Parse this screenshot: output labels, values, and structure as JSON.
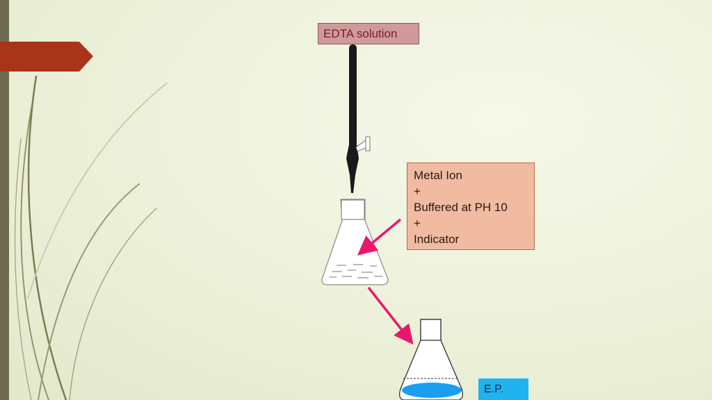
{
  "labels": {
    "titrant": "EDTA solution",
    "reagents": [
      "Metal Ion",
      "+",
      "Buffered at PH 10",
      "+",
      "Indicator"
    ],
    "end_point": "E.P."
  },
  "colors": {
    "left_bar": "#6e6a4f",
    "title_tab": "#a8341a",
    "titrant_box": "#cf9a9c",
    "reagent_box": "#f0bba1",
    "end_point_box": "#1fb3f0",
    "arrow": "#e8186e",
    "end_point_solution": "#1a9ef0"
  }
}
